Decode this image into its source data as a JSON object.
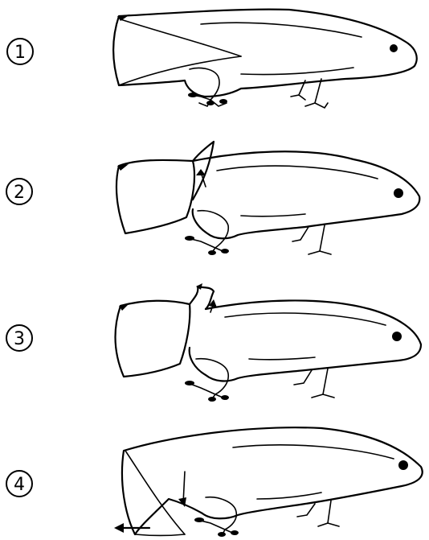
{
  "steps": [
    {
      "label": "1"
    },
    {
      "label": "2"
    },
    {
      "label": "3"
    },
    {
      "label": "4"
    }
  ]
}
